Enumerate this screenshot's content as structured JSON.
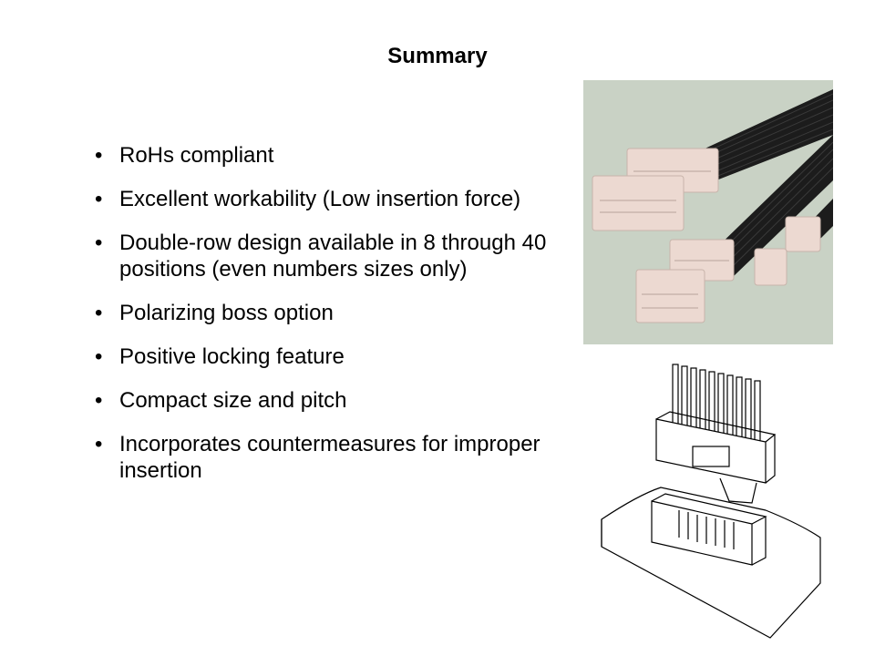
{
  "slide": {
    "title": "Summary",
    "bullets": [
      "RoHs compliant",
      "Excellent workability (Low insertion force)",
      "Double-row design available in 8 through 40 positions (even numbers sizes only)",
      "Polarizing boss option",
      "Positive locking feature",
      "Compact size and pitch",
      "Incorporates countermeasures for improper insertion"
    ],
    "bullet_glyph": "•"
  },
  "images": {
    "photo": {
      "icon": "connector-photo-icon",
      "background": "#c9d2c5",
      "cable_color": "#1c1c1c",
      "housing_color": "#ecd9d1"
    },
    "drawing": {
      "icon": "connector-line-drawing-icon"
    }
  }
}
